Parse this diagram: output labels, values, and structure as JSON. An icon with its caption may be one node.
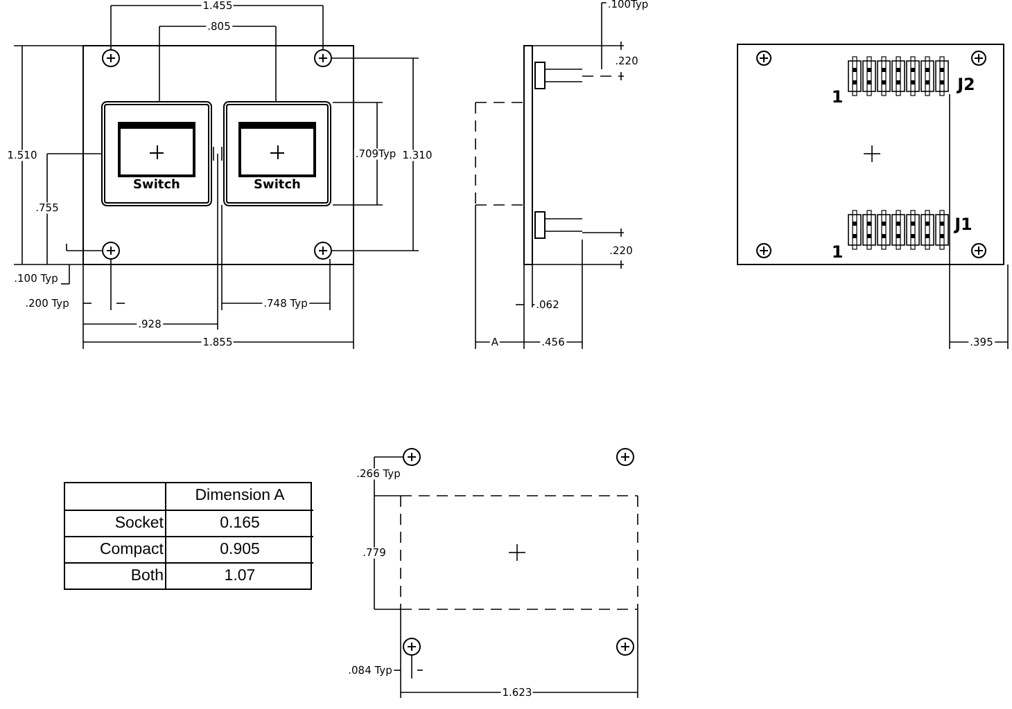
{
  "diagram": {
    "nodes": [
      {
        "text": [
          "Switch"
        ]
      },
      {
        "text": [
          "Switch"
        ]
      }
    ],
    "labels": [
      "1.455",
      ".100Typ",
      ".805",
      ".220",
      "1.510",
      ".709Typ",
      "1.310",
      "1",
      "J2",
      ".755",
      "J1",
      ".220",
      "1",
      ".100 Typ",
      ".200 Typ",
      ".748 Typ",
      ".062",
      ".928",
      "1.855",
      "A",
      ".456",
      ".395",
      ".266 Typ",
      ".779",
      ".084 Typ",
      "1.623",
      "Dimension A",
      "Socket",
      "0.165",
      "Compact",
      "0.905",
      "Both",
      "1.07"
    ]
  }
}
